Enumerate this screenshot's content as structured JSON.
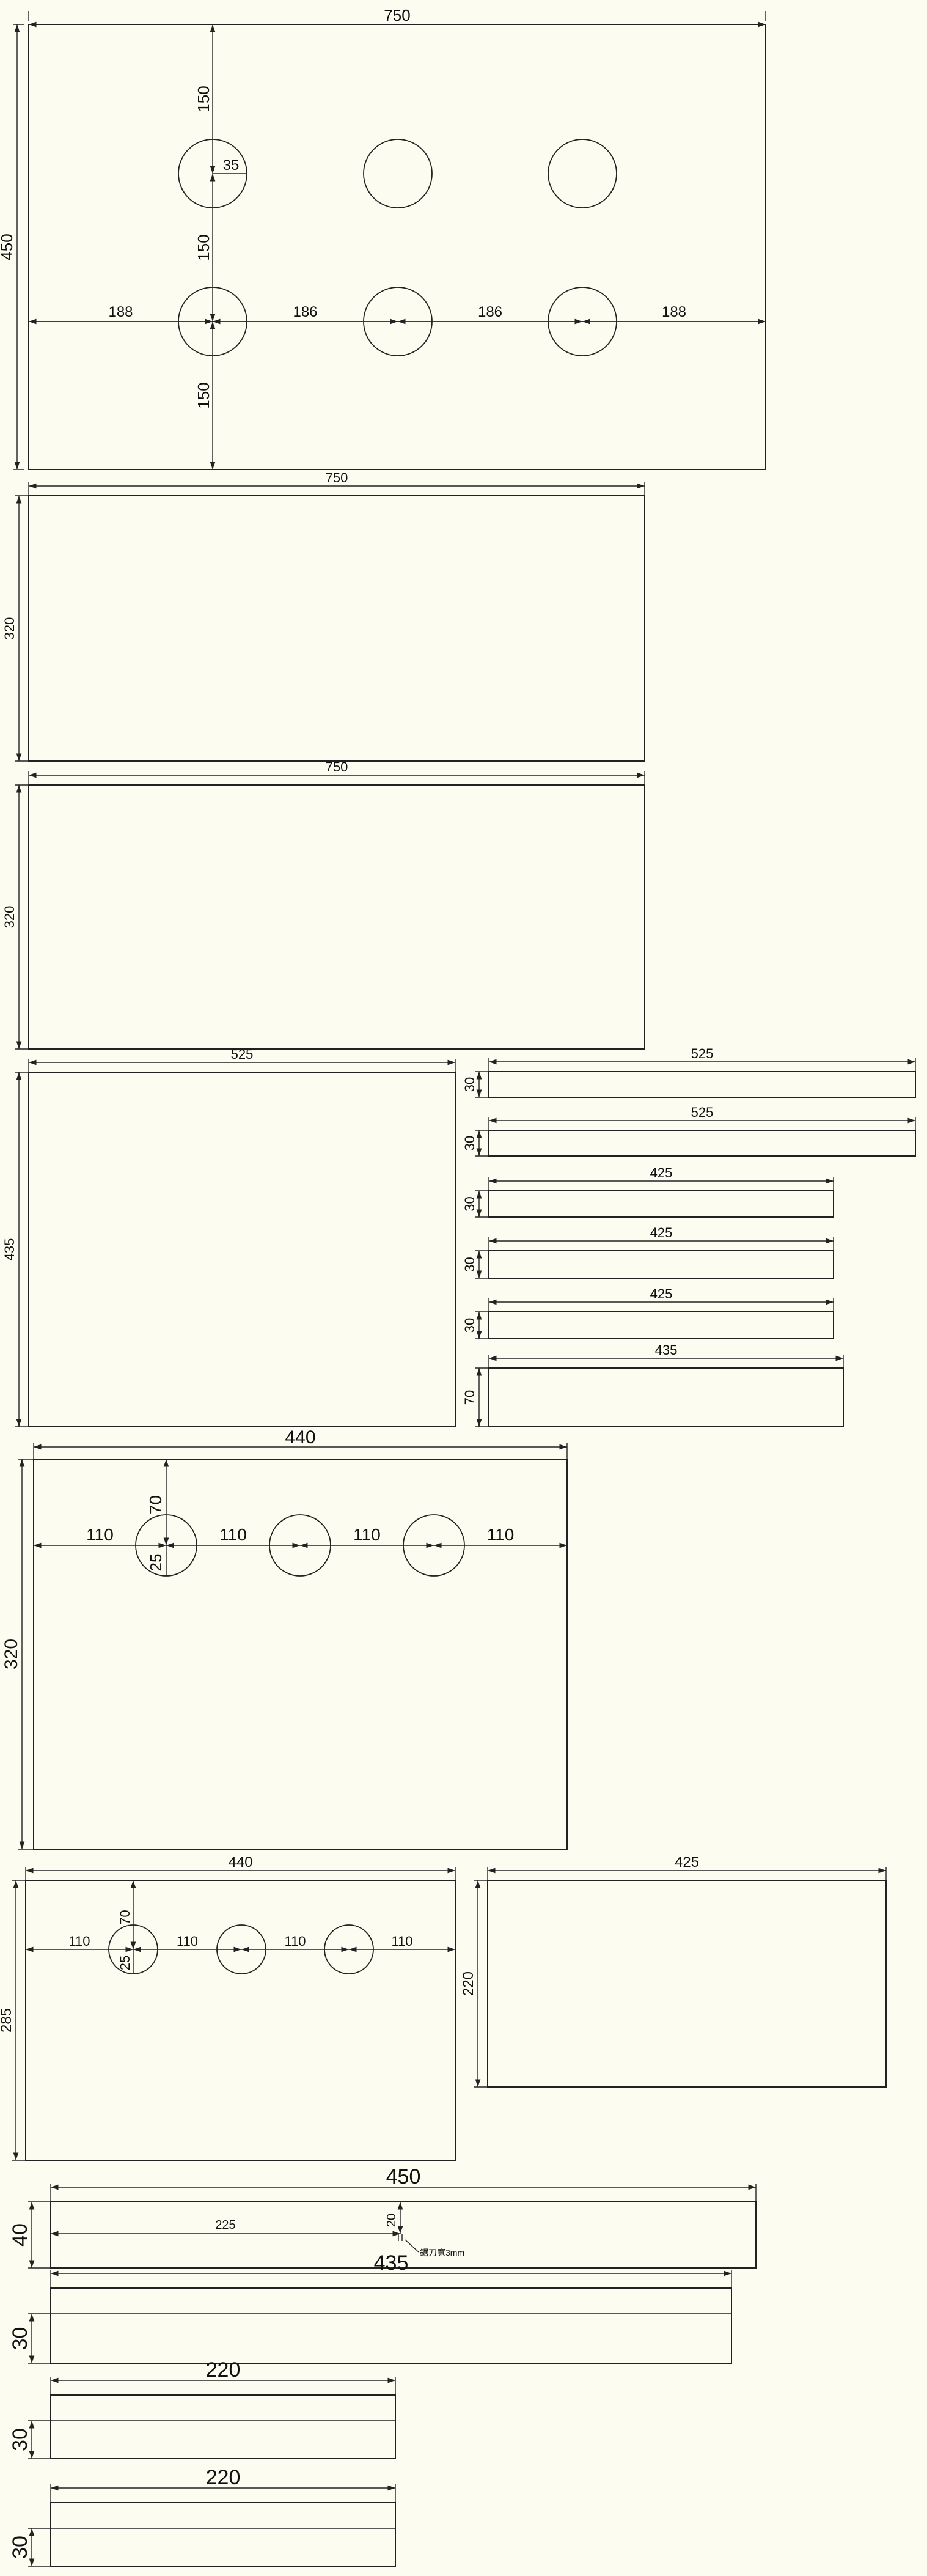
{
  "panels": [
    {
      "id": "panel-1",
      "width_label": "750",
      "height_label": "450",
      "spacing_labels": [
        "188",
        "186",
        "186",
        "188"
      ],
      "vertical_labels": [
        "150",
        "150",
        "150"
      ],
      "radius_label": "35"
    },
    {
      "id": "panel-2",
      "width_label": "750",
      "height_label": "320"
    },
    {
      "id": "panel-3",
      "width_label": "750",
      "height_label": "320"
    },
    {
      "id": "panel-4",
      "width_label": "525",
      "height_label": "435"
    },
    {
      "id": "strip-1",
      "width_label": "525",
      "height_label": "30"
    },
    {
      "id": "strip-2",
      "width_label": "525",
      "height_label": "30"
    },
    {
      "id": "strip-3",
      "width_label": "425",
      "height_label": "30"
    },
    {
      "id": "strip-4",
      "width_label": "425",
      "height_label": "30"
    },
    {
      "id": "strip-5",
      "width_label": "425",
      "height_label": "30"
    },
    {
      "id": "strip-6",
      "width_label": "435",
      "height_label": "70"
    },
    {
      "id": "panel-5",
      "width_label": "440",
      "height_label": "320",
      "spacing_labels": [
        "110",
        "110",
        "110",
        "110"
      ],
      "top_label": "70",
      "radius_label": "25"
    },
    {
      "id": "panel-6",
      "width_label": "440",
      "height_label": "285",
      "spacing_labels": [
        "110",
        "110",
        "110",
        "110"
      ],
      "top_label": "70",
      "radius_label": "25"
    },
    {
      "id": "panel-7",
      "width_label": "425",
      "height_label": "220"
    },
    {
      "id": "bar-1",
      "width_label": "450",
      "height_label": "40",
      "offset_label": "225",
      "depth_label": "20",
      "note": "鋸刀寬3mm"
    },
    {
      "id": "bar-2",
      "width_label": "435",
      "height_label": "30"
    },
    {
      "id": "bar-3",
      "width_label": "220",
      "height_label": "30"
    },
    {
      "id": "bar-4",
      "width_label": "220",
      "height_label": "30"
    }
  ],
  "colors": {
    "background": "#fdfcf0",
    "line": "#222222"
  }
}
